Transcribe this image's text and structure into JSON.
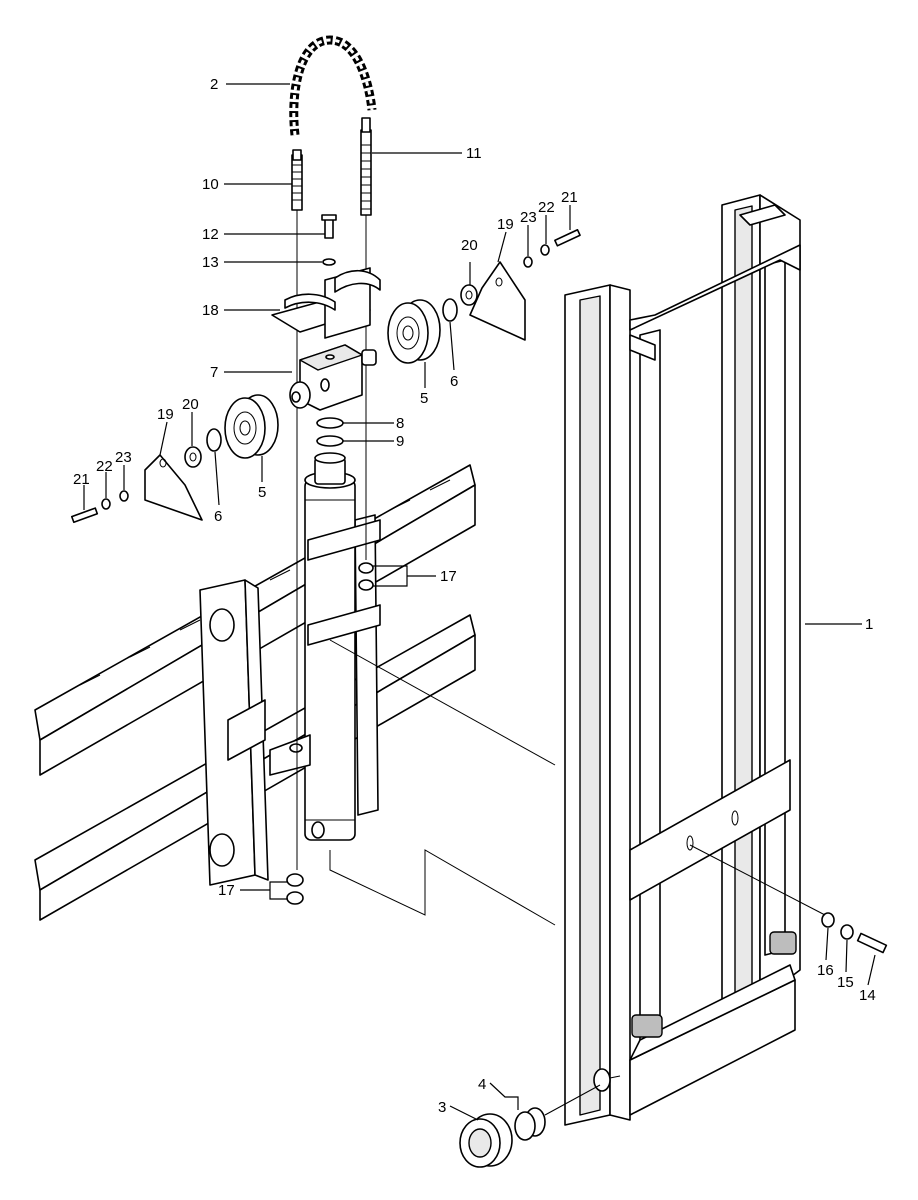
{
  "callouts": [
    {
      "id": "c1",
      "text": "1"
    },
    {
      "id": "c2",
      "text": "2"
    },
    {
      "id": "c3",
      "text": "3"
    },
    {
      "id": "c4",
      "text": "4"
    },
    {
      "id": "c5a",
      "text": "5"
    },
    {
      "id": "c5b",
      "text": "5"
    },
    {
      "id": "c6a",
      "text": "6"
    },
    {
      "id": "c6b",
      "text": "6"
    },
    {
      "id": "c7",
      "text": "7"
    },
    {
      "id": "c8",
      "text": "8"
    },
    {
      "id": "c9",
      "text": "9"
    },
    {
      "id": "c10",
      "text": "10"
    },
    {
      "id": "c11",
      "text": "11"
    },
    {
      "id": "c12",
      "text": "12"
    },
    {
      "id": "c13",
      "text": "13"
    },
    {
      "id": "c14",
      "text": "14"
    },
    {
      "id": "c15",
      "text": "15"
    },
    {
      "id": "c16",
      "text": "16"
    },
    {
      "id": "c17a",
      "text": "17"
    },
    {
      "id": "c17b",
      "text": "17"
    },
    {
      "id": "c18",
      "text": "18"
    },
    {
      "id": "c19a",
      "text": "19"
    },
    {
      "id": "c19b",
      "text": "19"
    },
    {
      "id": "c20a",
      "text": "20"
    },
    {
      "id": "c20b",
      "text": "20"
    },
    {
      "id": "c21a",
      "text": "21"
    },
    {
      "id": "c21b",
      "text": "21"
    },
    {
      "id": "c22a",
      "text": "22"
    },
    {
      "id": "c22b",
      "text": "22"
    },
    {
      "id": "c23a",
      "text": "23"
    },
    {
      "id": "c23b",
      "text": "23"
    }
  ]
}
